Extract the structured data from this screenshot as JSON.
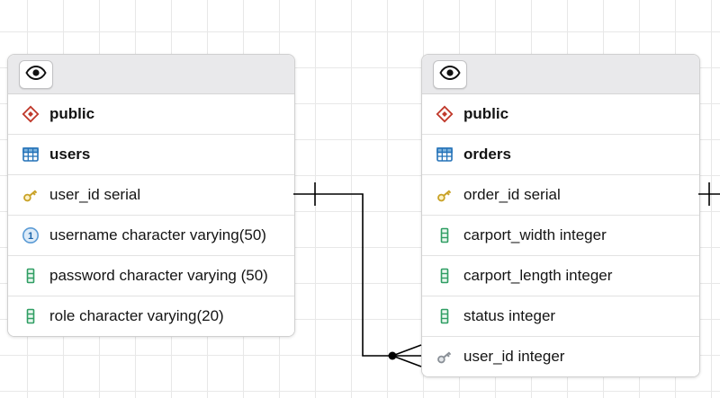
{
  "canvas": {
    "background": "#ffffff",
    "grid_color": "#e8e8e8"
  },
  "icons": {
    "eye": "eye-icon",
    "schema": "schema-diamond-icon",
    "table": "table-icon",
    "primary_key": "primary-key-icon",
    "unique_one_glyph": "1",
    "column": "column-icon",
    "foreign_key": "foreign-key-icon"
  },
  "colors": {
    "schema_icon": "#c0392b",
    "table_icon": "#2472b8",
    "primary_key_icon": "#c9a227",
    "column_icon": "#2f9e63",
    "foreign_key_icon": "#8a9097",
    "unique_icon": "#5b9bd5",
    "relationship_line": "#000000"
  },
  "tables": [
    {
      "schema": "public",
      "name": "users",
      "columns": [
        {
          "text": "user_id serial",
          "icon": "primary-key-icon"
        },
        {
          "text": "username character varying(50)",
          "icon": "unique-one-icon"
        },
        {
          "text": "password character varying (50)",
          "icon": "column-icon"
        },
        {
          "text": "role character varying(20)",
          "icon": "column-icon"
        }
      ]
    },
    {
      "schema": "public",
      "name": "orders",
      "columns": [
        {
          "text": "order_id serial",
          "icon": "primary-key-icon"
        },
        {
          "text": "carport_width integer",
          "icon": "column-icon"
        },
        {
          "text": "carport_length integer",
          "icon": "column-icon"
        },
        {
          "text": "status integer",
          "icon": "column-icon"
        },
        {
          "text": "user_id integer",
          "icon": "foreign-key-icon"
        }
      ]
    }
  ],
  "relationships": [
    {
      "from": "public.users.user_id",
      "to": "public.orders.user_id",
      "cardinality": "one-to-many"
    },
    {
      "from": "public.orders.order_id",
      "to": "off-screen-right",
      "cardinality": "one"
    }
  ]
}
